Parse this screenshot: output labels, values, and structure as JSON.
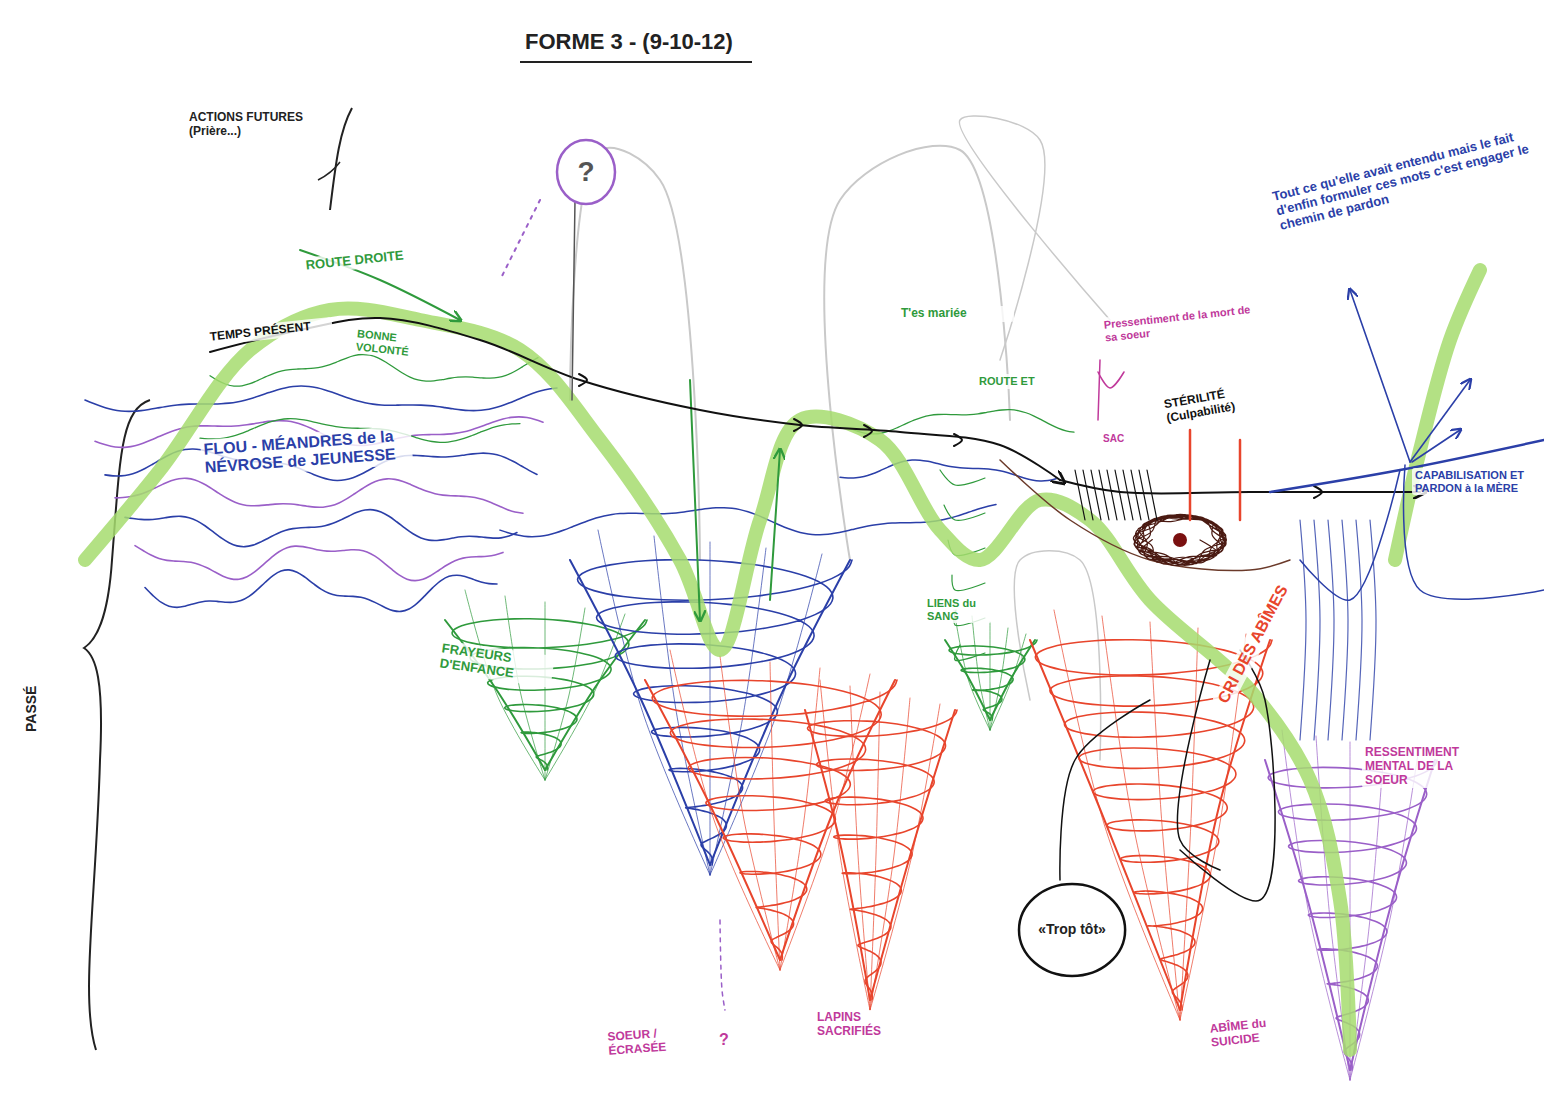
{
  "diagram": {
    "title": "FORME 3 - (9-10-12)",
    "nodes": [
      {
        "text": [
          "?"
        ]
      },
      {
        "text": [
          "«Trop tôt»"
        ]
      }
    ],
    "labels": [
      "ACTIONS FUTURES (Prière...)",
      "ROUTE DROITE",
      "BONNE VOLONTÉ",
      "TEMPS PRÉSENT",
      "FLOU - MÉANDRES de la NÉVROSE de JEUNESSE",
      "PASSÉ",
      "FRAYEURS D'ENFANCE",
      "T'es mariée",
      "ROUTE ET",
      "LIENS du SANG",
      "Pressentiment de la mort de sa soeur",
      "SAC",
      "STÉRILITÉ (Culpabilité)",
      "CRI DES ABÎMES",
      "SOEUR / ÉCRASÉE",
      "?",
      "LAPINS SACRIFIÉS",
      "ABÎME du SUICIDE",
      "RESSENTIMENT MENTAL DE LA SOEUR",
      "CAPABILISATION ET PARDON à la MÈRE",
      "Tout ce qu'elle avait entendu mais le fait d'enfin formuler ces mots c'est engager le chemin de pardon"
    ]
  }
}
